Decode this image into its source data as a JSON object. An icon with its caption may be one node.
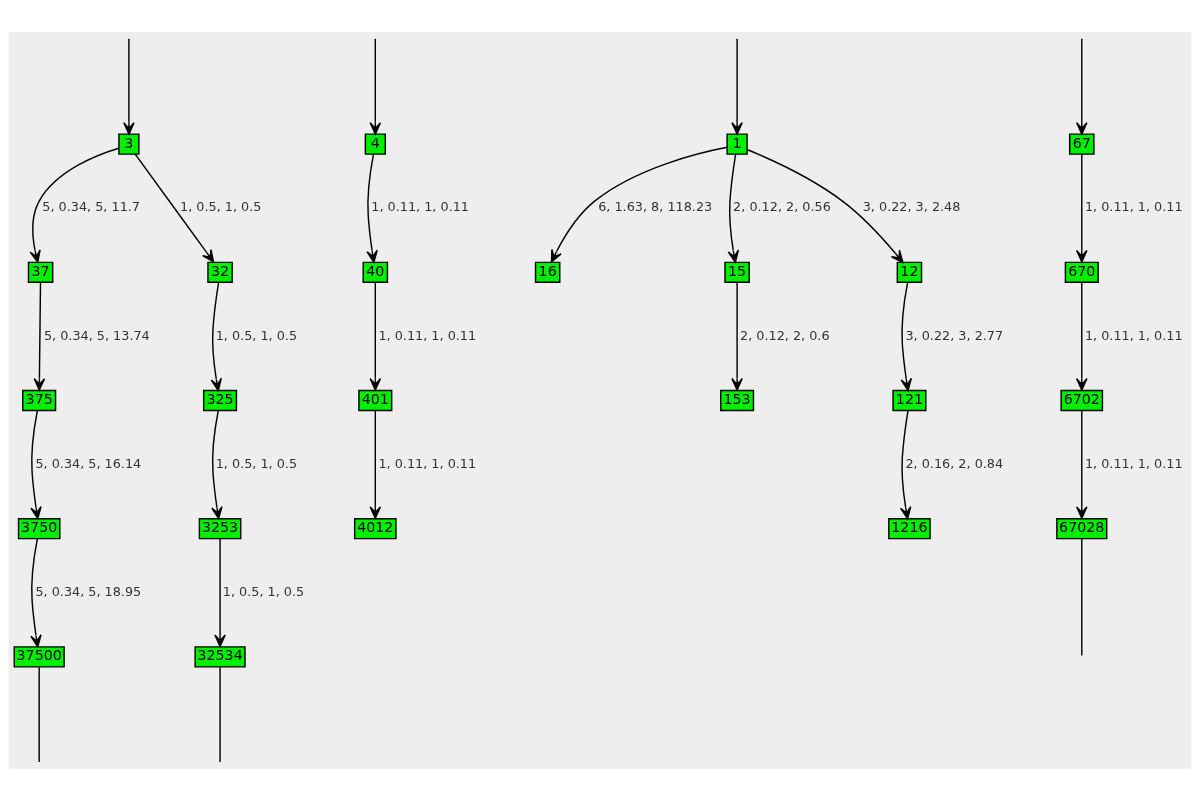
{
  "diagram": {
    "nodes": [
      {
        "text": [
          "3"
        ]
      },
      {
        "text": [
          "4"
        ]
      },
      {
        "text": [
          "1"
        ]
      },
      {
        "text": [
          "37"
        ]
      },
      {
        "text": [
          "32"
        ]
      },
      {
        "text": [
          "40"
        ]
      },
      {
        "text": [
          "16"
        ]
      },
      {
        "text": [
          "15"
        ]
      },
      {
        "text": [
          "12"
        ]
      },
      {
        "text": [
          "67"
        ]
      },
      {
        "text": [
          "375"
        ]
      },
      {
        "text": [
          "325"
        ]
      },
      {
        "text": [
          "401"
        ]
      },
      {
        "text": [
          "153"
        ]
      },
      {
        "text": [
          "121"
        ]
      },
      {
        "text": [
          "670"
        ]
      },
      {
        "text": [
          "3750"
        ]
      },
      {
        "text": [
          "3253"
        ]
      },
      {
        "text": [
          "4012"
        ]
      },
      {
        "text": [
          "1216"
        ]
      },
      {
        "text": [
          "6702"
        ]
      },
      {
        "text": [
          "37500"
        ]
      },
      {
        "text": [
          "32534"
        ]
      },
      {
        "text": [
          "67028"
        ]
      }
    ],
    "edges": [
      {
        "from": null,
        "to": 0,
        "arrow": "to"
      },
      {
        "from": null,
        "to": 1,
        "arrow": "to"
      },
      {
        "from": null,
        "to": 2,
        "arrow": "to"
      },
      {
        "from": null,
        "to": 9,
        "arrow": "to"
      },
      {
        "from": 0,
        "to": 3,
        "arrow": "to",
        "label": "5, 0.34, 5, 11.7"
      },
      {
        "from": 0,
        "to": 4,
        "arrow": "to",
        "label": "1, 0.5, 1, 0.5"
      },
      {
        "from": 1,
        "to": 5,
        "arrow": "to",
        "label": "1, 0.11, 1, 0.11"
      },
      {
        "from": 2,
        "to": 6,
        "arrow": "to",
        "label": "6, 1.63, 8, 118.23"
      },
      {
        "from": 2,
        "to": 7,
        "arrow": "to",
        "label": "2, 0.12, 2, 0.56"
      },
      {
        "from": 2,
        "to": 8,
        "arrow": "to",
        "label": "3, 0.22, 3, 2.48"
      },
      {
        "from": 3,
        "to": 10,
        "arrow": "to",
        "label": "5, 0.34, 5, 13.74"
      },
      {
        "from": 4,
        "to": 11,
        "arrow": "to",
        "label": "1, 0.5, 1, 0.5"
      },
      {
        "from": 5,
        "to": 12,
        "arrow": "to",
        "label": "1, 0.11, 1, 0.11"
      },
      {
        "from": 7,
        "to": 13,
        "arrow": "to",
        "label": "2, 0.12, 2, 0.6"
      },
      {
        "from": 8,
        "to": 14,
        "arrow": "to",
        "label": "3, 0.22, 3, 2.77"
      },
      {
        "from": 9,
        "to": 15,
        "arrow": "to",
        "label": "1, 0.11, 1, 0.11"
      },
      {
        "from": 10,
        "to": 16,
        "arrow": "to",
        "label": "5, 0.34, 5, 16.14"
      },
      {
        "from": 11,
        "to": 17,
        "arrow": "to",
        "label": "1, 0.5, 1, 0.5"
      },
      {
        "from": 12,
        "to": 18,
        "arrow": "to",
        "label": "1, 0.11, 1, 0.11"
      },
      {
        "from": 14,
        "to": 19,
        "arrow": "to",
        "label": "2, 0.16, 2, 0.84"
      },
      {
        "from": 15,
        "to": 20,
        "arrow": "to",
        "label": "1, 0.11, 1, 0.11"
      },
      {
        "from": 16,
        "to": 21,
        "arrow": "to",
        "label": "5, 0.34, 5, 18.95"
      },
      {
        "from": 17,
        "to": 22,
        "arrow": "to",
        "label": "1, 0.5, 1, 0.5"
      },
      {
        "from": 20,
        "to": 23,
        "arrow": "to",
        "label": "1, 0.11, 1, 0.11"
      },
      {
        "from": 21,
        "to": null,
        "arrow": "none"
      },
      {
        "from": 22,
        "to": null,
        "arrow": "none"
      },
      {
        "from": 23,
        "to": null,
        "arrow": "none"
      }
    ]
  }
}
